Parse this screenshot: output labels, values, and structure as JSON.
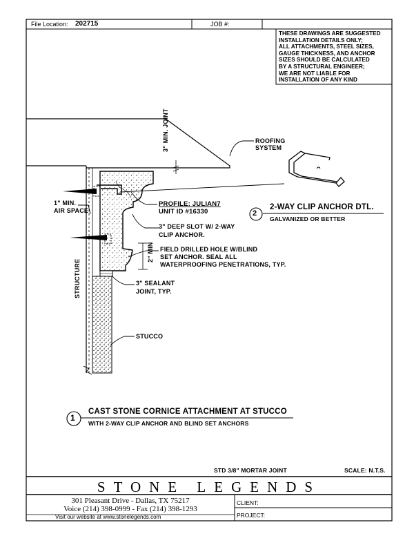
{
  "header": {
    "file_location_label": "File Location:",
    "file_location_value": "202715",
    "job_label": "JOB #:"
  },
  "disclaimer": [
    "THESE DRAWINGS ARE SUGGESTED",
    "INSTALLATION DETAILS ONLY;",
    "ALL ATTACHMENTS, STEEL SIZES,",
    "GAUGE THICKNESS, AND ANCHOR",
    "SIZES SHOULD BE CALCULATED",
    "BY A STRUCTURAL ENGINEER;",
    "WE ARE NOT LIABLE FOR",
    "INSTALLATION OF ANY KIND"
  ],
  "labels": {
    "min_joint_frac": "3\"",
    "min_joint_text": "MIN. JOINT",
    "roofing": [
      "ROOFING",
      "SYSTEM"
    ],
    "air_space": [
      "1\" MIN.",
      "AIR SPACE"
    ],
    "profile": "PROFILE: JULIAN7",
    "unit_id": "UNIT ID #16330",
    "deep_slot": [
      "3\" DEEP SLOT W/ 2-WAY",
      "CLIP ANCHOR."
    ],
    "field_drilled": [
      "FIELD DRILLED HOLE W/BLIND",
      "SET ANCHOR. SEAL ALL",
      "WATERPROOFING PENETRATIONS, TYP."
    ],
    "min_dim": "2\" MIN",
    "sealant": [
      "3\" SEALANT",
      "JOINT, TYP."
    ],
    "structure": "STRUCTURE",
    "stucco": "STUCCO"
  },
  "callouts": {
    "detail2_num": "2",
    "detail2_title": "2-WAY CLIP ANCHOR DTL.",
    "detail2_sub": "GALVANIZED OR BETTER",
    "detail1_num": "1",
    "detail1_title": "CAST STONE CORNICE ATTACHMENT AT STUCCO",
    "detail1_sub": "WITH 2-WAY CLIP ANCHOR AND BLIND SET ANCHORS"
  },
  "notes": {
    "mortar": "STD 3/8\" MORTAR JOINT",
    "scale": "SCALE: N.T.S."
  },
  "titleblock": {
    "brand": "STONE LEGENDS",
    "address": "301 Pleasant Drive  -  Dallas, TX 75217",
    "phone": "Voice (214) 398-0999  -  Fax (214) 398-1293",
    "website": "Visit our website at     www.stonelegends.com",
    "client_label": "CLIENT:",
    "project_label": "PROJECT:"
  }
}
